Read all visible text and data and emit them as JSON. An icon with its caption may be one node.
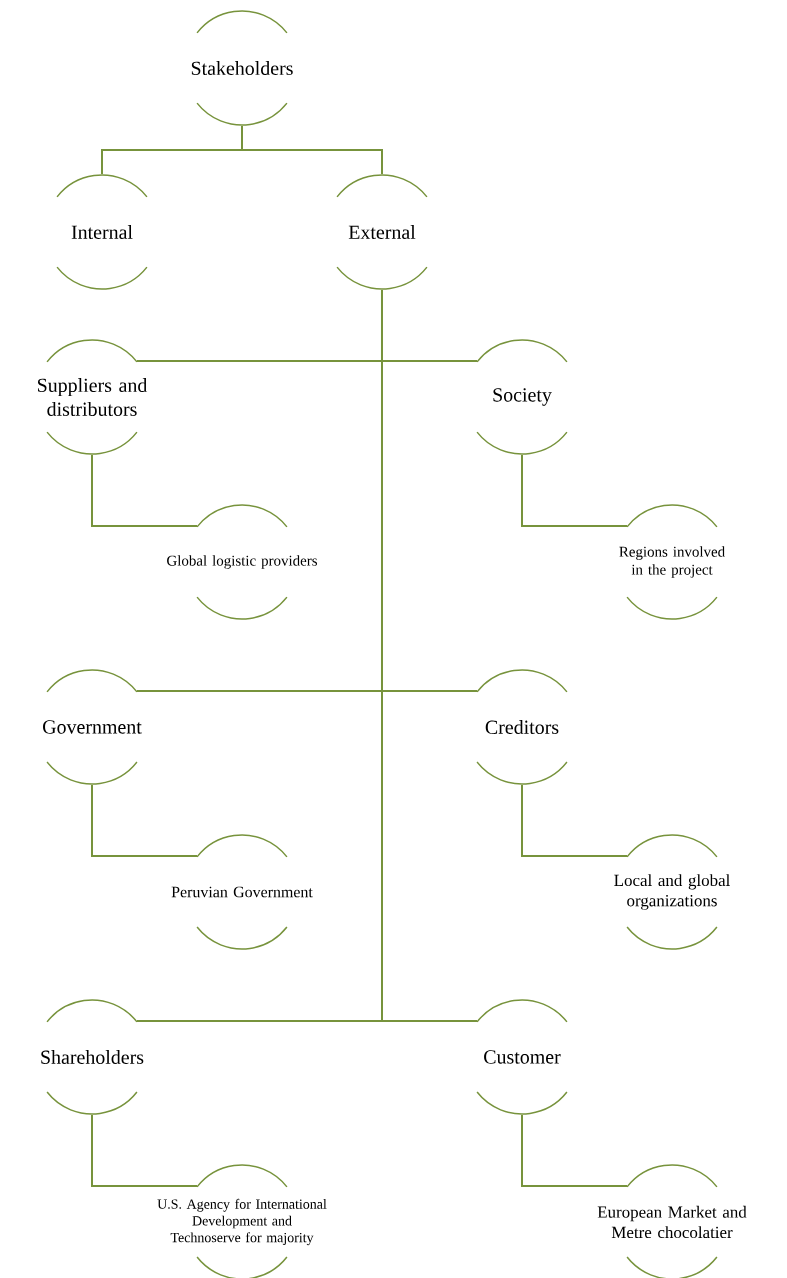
{
  "diagram": {
    "nodes": [
      {
        "text": [
          "Stakeholders"
        ]
      },
      {
        "text": [
          "Internal"
        ]
      },
      {
        "text": [
          "External"
        ]
      },
      {
        "text": [
          "Suppliers and distributors"
        ]
      },
      {
        "text": [
          "Society"
        ]
      },
      {
        "text": [
          "Global logistic providers"
        ]
      },
      {
        "text": [
          "Regions involved in the project"
        ]
      },
      {
        "text": [
          "Government"
        ]
      },
      {
        "text": [
          "Creditors"
        ]
      },
      {
        "text": [
          "Peruvian Government"
        ]
      },
      {
        "text": [
          "Local and global organizations"
        ]
      },
      {
        "text": [
          "Shareholders"
        ]
      },
      {
        "text": [
          "Customer"
        ]
      },
      {
        "text": [
          "U.S. Agency for International Development and Technoserve for majority"
        ]
      },
      {
        "text": [
          "European Market and Metre chocolatier"
        ]
      }
    ],
    "edges": [
      {
        "from": 0,
        "to": 1,
        "arrow": "none"
      },
      {
        "from": 0,
        "to": 2,
        "arrow": "none"
      },
      {
        "from": 2,
        "to": 3,
        "arrow": "none"
      },
      {
        "from": 2,
        "to": 4,
        "arrow": "none"
      },
      {
        "from": 3,
        "to": 5,
        "arrow": "none"
      },
      {
        "from": 4,
        "to": 6,
        "arrow": "none"
      },
      {
        "from": 2,
        "to": 7,
        "arrow": "none"
      },
      {
        "from": 2,
        "to": 8,
        "arrow": "none"
      },
      {
        "from": 7,
        "to": 9,
        "arrow": "none"
      },
      {
        "from": 8,
        "to": 10,
        "arrow": "none"
      },
      {
        "from": 2,
        "to": 11,
        "arrow": "none"
      },
      {
        "from": 2,
        "to": 12,
        "arrow": "none"
      },
      {
        "from": 11,
        "to": 13,
        "arrow": "none"
      },
      {
        "from": 12,
        "to": 14,
        "arrow": "none"
      }
    ]
  }
}
